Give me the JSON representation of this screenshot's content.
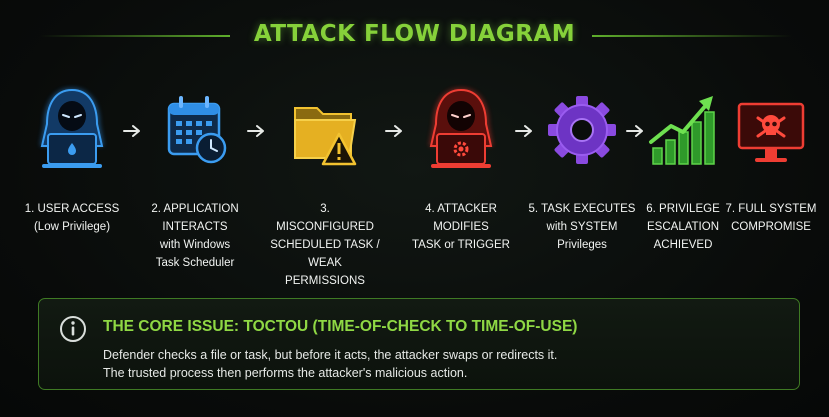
{
  "header": {
    "title": "ATTACK FLOW DIAGRAM"
  },
  "steps": [
    {
      "icon": "hooded-hacker-laptop-icon",
      "lines": [
        "1. USER ACCESS",
        "(Low Privilege)"
      ]
    },
    {
      "icon": "calendar-clock-icon",
      "lines": [
        "2. APPLICATION",
        "INTERACTS",
        "with Windows",
        "Task Scheduler"
      ]
    },
    {
      "icon": "folder-warning-icon",
      "lines": [
        "3. MISCONFIGURED",
        "SCHEDULED TASK /",
        "WEAK PERMISSIONS"
      ]
    },
    {
      "icon": "hacker-gear-laptop-icon",
      "lines": [
        "4. ATTACKER MODIFIES",
        "TASK or TRIGGER"
      ]
    },
    {
      "icon": "gear-icon",
      "lines": [
        "5. TASK EXECUTES",
        "with SYSTEM",
        "Privileges"
      ]
    },
    {
      "icon": "rising-bar-chart-icon",
      "lines": [
        "6. PRIVILEGE",
        "ESCALATION",
        "ACHIEVED"
      ]
    },
    {
      "icon": "skull-monitor-icon",
      "lines": [
        "7. FULL SYSTEM",
        "COMPROMISE"
      ]
    }
  ],
  "callout": {
    "icon": "info-icon",
    "title": "THE CORE ISSUE: TOCTOU (TIME-OF-CHECK TO TIME-OF-USE)",
    "line1": "Defender checks a file or task, but before it acts, the attacker swaps or redirects it.",
    "line2": "The trusted process then performs the attacker's malicious action."
  },
  "colors": {
    "accent_green": "#86d13a",
    "blue": "#2f8ee6",
    "yellow": "#f2c230",
    "red": "#e0322a",
    "purple": "#8a4ae0",
    "green": "#4cc63a"
  }
}
